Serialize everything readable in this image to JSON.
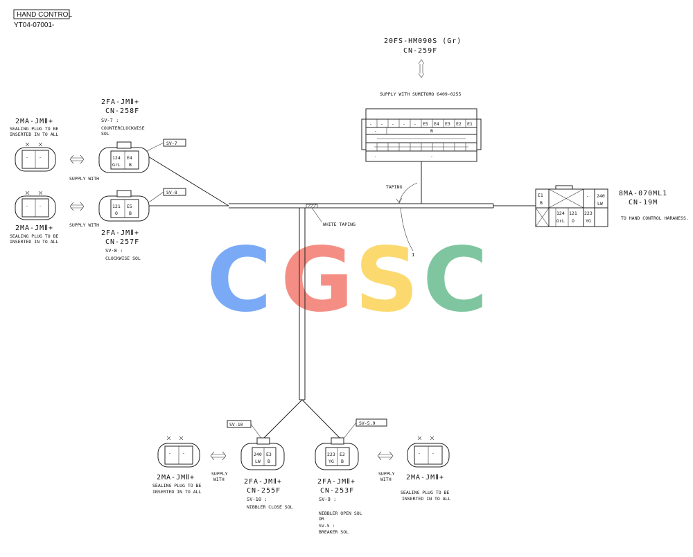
{
  "header": {
    "title": "HAND CONTROL",
    "code": "YT04-07001-"
  },
  "main_connector": {
    "name": "20FS-HM090S (Gr)",
    "id": "CN-259F",
    "supply": "SUPPLY WITH SUMITOMO 6409-0255",
    "pins": [
      "-",
      "-",
      "-",
      "-",
      "-",
      "E5",
      "E4",
      "E3",
      "E2",
      "E1"
    ],
    "row2_left": "-",
    "row2_right": "B",
    "row4_left": "-",
    "row4_right": "-"
  },
  "right_connector": {
    "name": "8MA-070ML1",
    "id": "CN-19M",
    "note": "TO HAND CONTROL HARANESS.",
    "top_left": "E1",
    "top_left_sub": "B",
    "top_right": "240",
    "top_right_sub": "LW",
    "pins": [
      "124",
      "121",
      "223"
    ],
    "pins_sub": [
      "GrL",
      "O",
      "YG"
    ],
    "dash": "-"
  },
  "connectors": {
    "cn258": {
      "name": "2FA-JMⅡ+",
      "id": "CN-258F",
      "sv": "SV-7 :",
      "desc1": "COUNTERCLOCKWISE",
      "desc2": "SOL",
      "tag": "SV-7",
      "p1": "124",
      "p1s": "GrL",
      "p2": "E4",
      "p2s": "B"
    },
    "cn257": {
      "name": "2FA-JMⅡ+",
      "id": "CN-257F",
      "sv": "SV-8 :",
      "desc1": "CLOCKWISE SOL",
      "tag": "SV-8",
      "p1": "121",
      "p1s": "O",
      "p2": "E5",
      "p2s": "B"
    },
    "cn255": {
      "name": "2FA-JMⅡ+",
      "id": "CN-255F",
      "sv": "SV-10 :",
      "desc1": "NIBBLER CLOSE SOL",
      "tag": "SV-10",
      "p1": "240",
      "p1s": "LW",
      "p2": "E3",
      "p2s": "B"
    },
    "cn253": {
      "name": "2FA-JMⅡ+",
      "id": "CN-253F",
      "sv": "SV-9 :",
      "desc1": "NIBBLER OPEN SOL",
      "desc2": "OR",
      "desc3": "SV-5 :",
      "desc4": "BREAKER SOL",
      "tag": "SV-5.9",
      "p1": "223",
      "p1s": "YG",
      "p2": "E2",
      "p2s": "B"
    }
  },
  "plugs": {
    "name": "2MA-JMⅡ+",
    "line1": "SEALING PLUG TO BE",
    "line2": "INSERTED IN TO ALL",
    "supply": "SUPPLY WITH",
    "supply_a": "SUPPLY",
    "supply_b": "WITH",
    "dash": "-"
  },
  "labels": {
    "taping": "TAPING",
    "white_taping": "WHITE TAPING",
    "callout": "1"
  },
  "watermark": {
    "letters": [
      "C",
      "G",
      "S",
      "C"
    ],
    "colors": [
      "#7aaaf5",
      "#f48e84",
      "#fbd96f",
      "#7fc6a0"
    ]
  }
}
